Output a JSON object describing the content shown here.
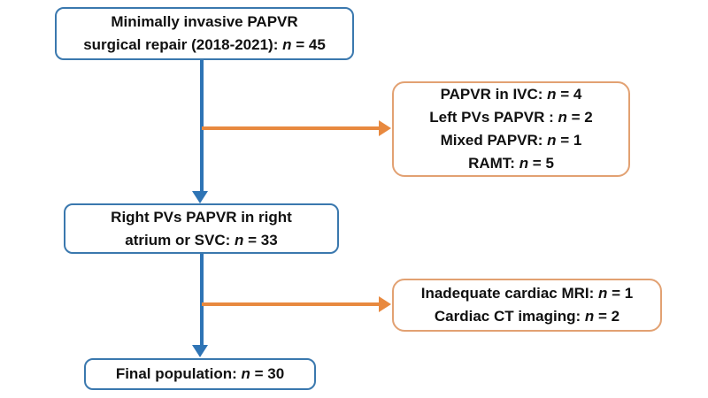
{
  "figure": {
    "type": "patient-flow-diagram",
    "background": "#ffffff"
  },
  "colors": {
    "blue_border": "#3A78AE",
    "blue_arrow": "#2E74B5",
    "orange_border": "#E2A172",
    "orange_arrow": "#E8893F",
    "text": "#111111"
  },
  "boxes": {
    "start": {
      "lines": [
        [
          {
            "t": "Minimally invasive PAPVR"
          }
        ],
        [
          {
            "t": "surgical repair (2018-2021): "
          },
          {
            "t": "n",
            "i": true
          },
          {
            "t": " = 45"
          }
        ]
      ]
    },
    "exclusions1": {
      "lines": [
        [
          {
            "t": "PAPVR in IVC: "
          },
          {
            "t": "n",
            "i": true
          },
          {
            "t": " = 4"
          }
        ],
        [
          {
            "t": "Left PVs PAPVR : "
          },
          {
            "t": "n",
            "i": true
          },
          {
            "t": " = 2"
          }
        ],
        [
          {
            "t": "Mixed PAPVR: "
          },
          {
            "t": "n",
            "i": true
          },
          {
            "t": " = 1"
          }
        ],
        [
          {
            "t": "RAMT: "
          },
          {
            "t": "n",
            "i": true
          },
          {
            "t": " = 5"
          }
        ]
      ]
    },
    "middle": {
      "lines": [
        [
          {
            "t": "Right PVs PAPVR in right"
          }
        ],
        [
          {
            "t": "atrium or SVC: "
          },
          {
            "t": "n",
            "i": true
          },
          {
            "t": " = 33"
          }
        ]
      ]
    },
    "exclusions2": {
      "lines": [
        [
          {
            "t": "Inadequate cardiac MRI: "
          },
          {
            "t": "n",
            "i": true
          },
          {
            "t": " = 1"
          }
        ],
        [
          {
            "t": "Cardiac CT imaging: "
          },
          {
            "t": "n",
            "i": true
          },
          {
            "t": " = 2"
          }
        ]
      ]
    },
    "final": {
      "lines": [
        [
          {
            "t": "Final population: "
          },
          {
            "t": "n",
            "i": true
          },
          {
            "t": " = 30"
          }
        ]
      ]
    }
  }
}
